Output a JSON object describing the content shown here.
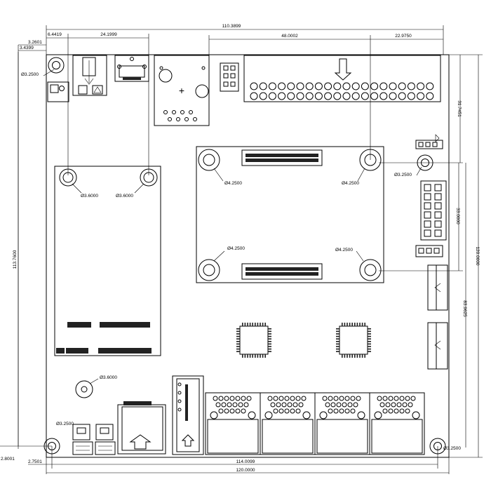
{
  "dimensions": {
    "d_6_4419": "6.4419",
    "d_24_1999": "24.1999",
    "d_110_3899": "110.3899",
    "d_48_0002": "48.0002",
    "d_22_9750": "22.9750",
    "d_3_2601": "3.2601",
    "d_3_4399": "3.4399",
    "d_31_7451": "31.7451",
    "d_33_0000": "33.0000",
    "d_83_9625": "83.9625",
    "d_120_0000_v": "120.0000",
    "d_113_7600": "113.7600",
    "d_114_0099": "114.0099",
    "d_120_0000_h": "120.0000",
    "d_2_8001": "2.8001",
    "d_2_7501": "2.7501"
  },
  "holes": {
    "mount_top_left": "Ø3.2500",
    "minipcie_left": "Ø3.6000",
    "minipcie_right": "Ø3.6000",
    "som_top_left": "Ø4.2500",
    "som_top_right": "Ø4.2500",
    "som_bottom_left": "Ø4.2500",
    "som_bottom_right": "Ø4.2500",
    "mount_right": "Ø3.2500",
    "sim_hole": "Ø3.6000",
    "mount_bottom_left": "Ø3.2500",
    "mount_bottom_right": "Ø3.2500"
  },
  "icons": {
    "arrow": "down-arrow-icon",
    "plus": "plus-icon"
  }
}
